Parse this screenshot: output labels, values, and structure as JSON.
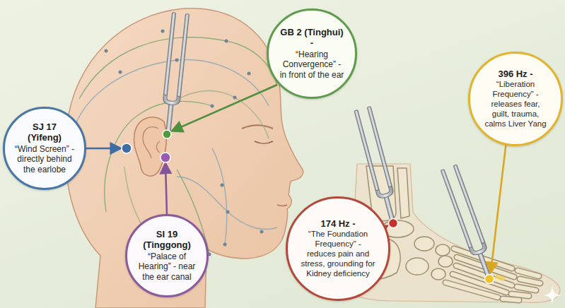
{
  "diagram": {
    "nodes": [
      {
        "text": [
          "GB 2 (Tinghui) -",
          "“Hearing Convergence” - in front of the ear"
        ]
      },
      {
        "text": [
          "SJ 17 (Yifeng)",
          "“Wind Screen” - directly behind the earlobe"
        ]
      },
      {
        "text": [
          "SI 19 (Tinggong)",
          "“Palace of Hearing” - near the ear canal"
        ]
      },
      {
        "text": [
          "396 Hz -",
          "“Liberation Frequency” - releases fear, guilt, trauma, calms Liver Yang"
        ]
      },
      {
        "text": [
          "174 Hz -",
          "“The Foundation Frequency” - reduces pain and stress, grounding for Kidney deficiency"
        ]
      }
    ]
  }
}
